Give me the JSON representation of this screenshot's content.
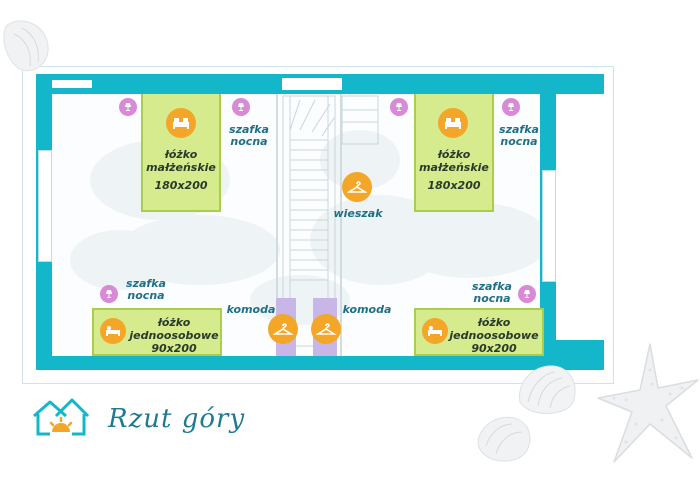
{
  "title": "Rzut góry",
  "colors": {
    "wall": "#13b7c9",
    "bed": "#d5eb8e",
    "bed_border": "#a9cf4a",
    "dresser": "#c9b6e8",
    "hanger_circle": "#f3a628",
    "lamp_circle": "#d98ad6",
    "title": "#1f7a90"
  },
  "rooms": [
    {
      "side": "left",
      "double_bed": {
        "line1": "łóżko",
        "line2": "małżeńskie",
        "size": "180x200"
      },
      "nightstand_top": {
        "line1": "szafka",
        "line2": "nocna"
      },
      "nightstand_bottom": {
        "line1": "szafka",
        "line2": "nocna"
      },
      "single_bed": {
        "line1": "łóżko",
        "line2": "jednoosobowe",
        "size": "90x200"
      },
      "dresser": "komoda"
    },
    {
      "side": "right",
      "double_bed": {
        "line1": "łóżko",
        "line2": "małżeńskie",
        "size": "180x200"
      },
      "nightstand_top": {
        "line1": "szafka",
        "line2": "nocna"
      },
      "nightstand_bottom": {
        "line1": "szafka",
        "line2": "nocna"
      },
      "single_bed": {
        "line1": "łóżko",
        "line2": "jednoosobowe",
        "size": "90x200"
      },
      "dresser": "komoda"
    }
  ],
  "hallway": {
    "hanger_label": "wieszak"
  },
  "icons": [
    "bed-icon",
    "lamp-icon",
    "hanger-icon",
    "house-sun-logo-icon",
    "seashell-icon",
    "starfish-icon"
  ]
}
